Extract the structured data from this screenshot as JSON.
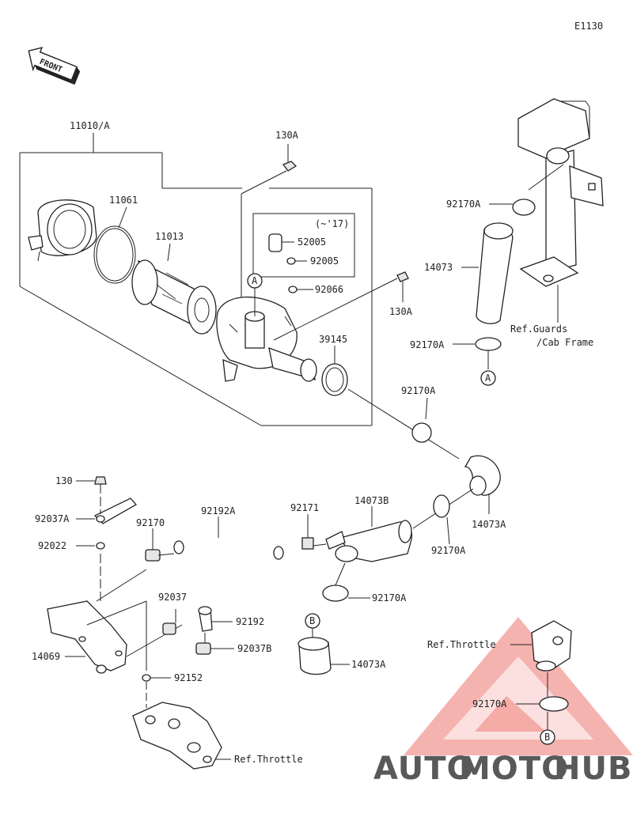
{
  "diagram_id": "E1130",
  "front_label": "FRONT",
  "parts": {
    "p11010": "11010/A",
    "p11061": "11061",
    "p11013": "11013",
    "p130A_top": "130A",
    "p130A_right": "130A",
    "variant": "(~'17)",
    "p52005": "52005",
    "p92005": "92005",
    "p92066": "92066",
    "p39145": "39145",
    "p92170A_1": "92170A",
    "p14073": "14073",
    "p92170A_2": "92170A",
    "p92170A_3": "92170A",
    "p14073A_1": "14073A",
    "p92170A_4": "92170A",
    "p14073B": "14073B",
    "p92171": "92171",
    "p92192A": "92192A",
    "p92170": "92170",
    "p130": "130",
    "p92037A": "92037A",
    "p92022": "92022",
    "p92037": "92037",
    "p92192": "92192",
    "p92037B": "92037B",
    "p14069": "14069",
    "p92152": "92152",
    "p92170A_5": "92170A",
    "p14073A_2": "14073A",
    "p92170A_6": "92170A"
  },
  "refs": {
    "guards_line1": "Ref.Guards",
    "guards_line2": "/Cab Frame",
    "throttle_right": "Ref.Throttle",
    "throttle_bottom": "Ref.Throttle"
  },
  "callouts": {
    "a1": "A",
    "a2": "A",
    "b1": "B",
    "b2": "B"
  },
  "watermark": {
    "auto": "AUTO",
    "moto": "MOTO",
    "hub": "HUB",
    "color_red": "#e8473c",
    "color_orange": "#f2a33a",
    "color_gray": "#7a7a7a"
  }
}
